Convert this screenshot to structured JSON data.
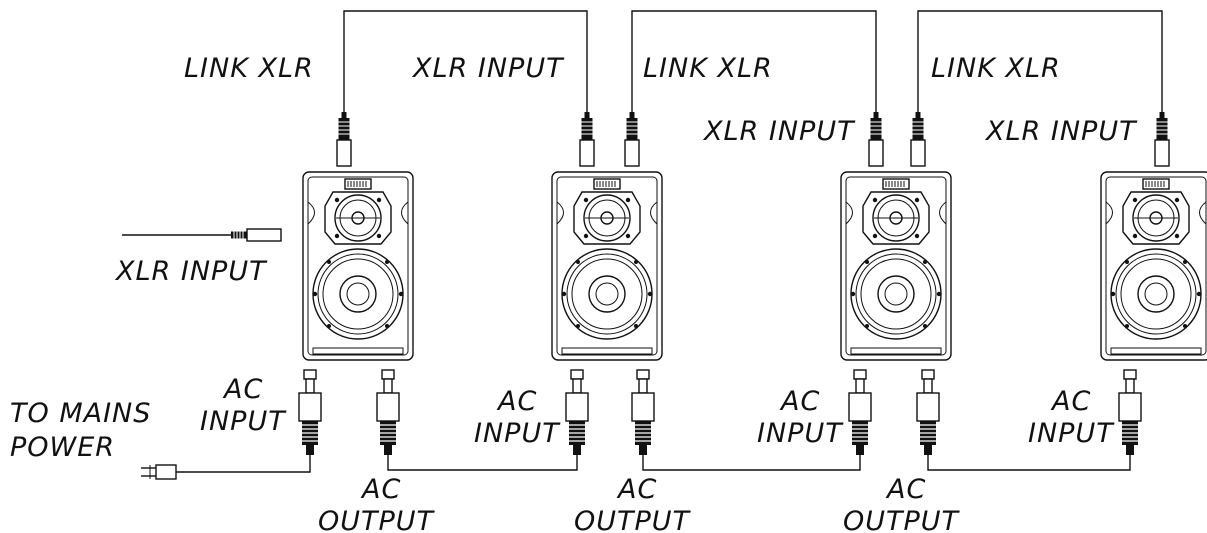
{
  "labels": {
    "link_xlr_1": "LINK XLR",
    "link_xlr_2": "LINK XLR",
    "link_xlr_3": "LINK XLR",
    "xlr_input_1": "XLR INPUT",
    "xlr_input_2": "XLR INPUT",
    "xlr_input_3": "XLR INPUT",
    "xlr_input_4": "XLR INPUT",
    "mains_line1": "TO MAINS",
    "mains_line2": "POWER",
    "ac_input_top": "AC",
    "ac_input_bottom": "INPUT",
    "ac_output_top": "AC",
    "ac_output_bottom": "OUTPUT"
  },
  "speaker_count": 4
}
